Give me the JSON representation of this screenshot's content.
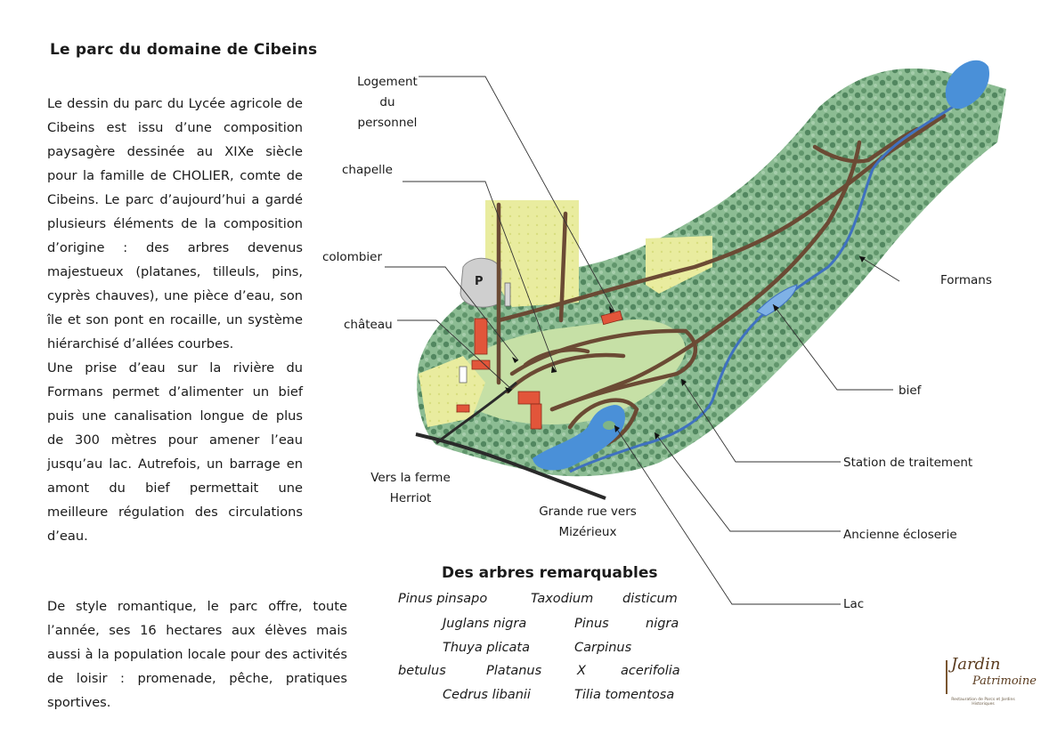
{
  "title": "Le parc du domaine de Cibeins",
  "intro": {
    "p1": "Le dessin du parc du Lycée agricole de Cibeins est issu d’une composition paysagère dessinée au XIXe siècle pour la famille de CHOLIER, comte de Cibeins. Le parc d’aujourd’hui a gardé plusieurs éléments de la composition d’origine : des arbres devenus majestueux (platanes, tilleuls, pins, cyprès chauves), une pièce d’eau, son île et son pont en rocaille, un système hiérarchisé d’allées courbes.",
    "p2": "Une prise d’eau sur la rivière du Formans permet d’alimenter un bief puis une canalisation longue de plus de 300 mètres pour amener l’eau jusqu’au lac. Autrefois, un barrage en amont du bief permettait une meilleure régulation des circulations d’eau.",
    "p3": "De style romantique, le parc offre, toute l’année, ses 16 hectares aux élèves mais aussi à la population locale pour des activités de loisir : promenade, pêche, pratiques sportives."
  },
  "map_labels": {
    "logement_1": "Logement",
    "logement_2": "du personnel",
    "chapelle": "chapelle",
    "colombier": "colombier",
    "chateau": "château",
    "ferme_1": "Vers la ferme",
    "ferme_2": "Herriot",
    "grande_rue_1": "Grande rue vers",
    "grande_rue_2": "Mizérieux",
    "formans": "Formans",
    "bief": "bief",
    "station": "Station de traitement",
    "ecloserie": "Ancienne écloserie",
    "lac": "Lac",
    "parking": "P"
  },
  "trees": {
    "title": "Des arbres remarquables",
    "t1": "Pinus pinsapo",
    "t2": "Taxodium",
    "t3": "disticum",
    "t4": "Juglans nigra",
    "t5": "Pinus",
    "t6": "nigra",
    "t7": "Thuya plicata",
    "t8": "Carpinus",
    "t9": "betulus",
    "t10": "Platanus",
    "t11": "X",
    "t12": "acerifolia",
    "t13": "Cedrus libanii",
    "t14": "Tilia tomentosa"
  },
  "logo": {
    "line1": "Jardin",
    "line2": "Patrimoine",
    "line3": "Restauration de Parcs et Jardins Historiques"
  },
  "colors": {
    "forest": "#5f9a6a",
    "meadow": "#e6ea9a",
    "path": "#6b4a34",
    "water": "#4a7fc8",
    "building": "#e2553a",
    "road": "#2a2a2a"
  }
}
